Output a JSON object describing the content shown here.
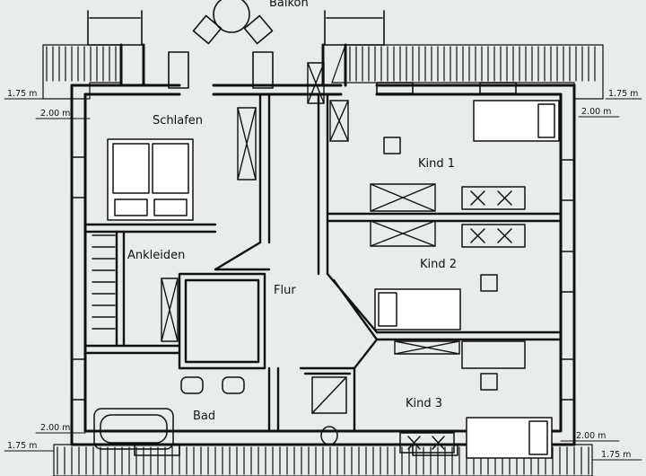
{
  "rooms": {
    "balcony": "Balkon",
    "bedroom": "Schlafen",
    "dressing": "Ankleiden",
    "hall": "Flur",
    "bath": "Bad",
    "kid1": "Kind 1",
    "kid2": "Kind 2",
    "kid3": "Kind 3"
  },
  "dimensions": {
    "top_left_outer": "1.75 m",
    "top_left_inner": "2.00 m",
    "top_right_outer": "1.75 m",
    "top_right_inner": "2.00 m",
    "bottom_left_inner": "2.00 m",
    "bottom_left_outer": "1.75 m",
    "bottom_right_inner": "2.00 m",
    "bottom_right_outer": "1.75 m"
  },
  "colors": {
    "paper": "#e9ecec",
    "ink": "#111111",
    "fill": "#ffffff"
  }
}
